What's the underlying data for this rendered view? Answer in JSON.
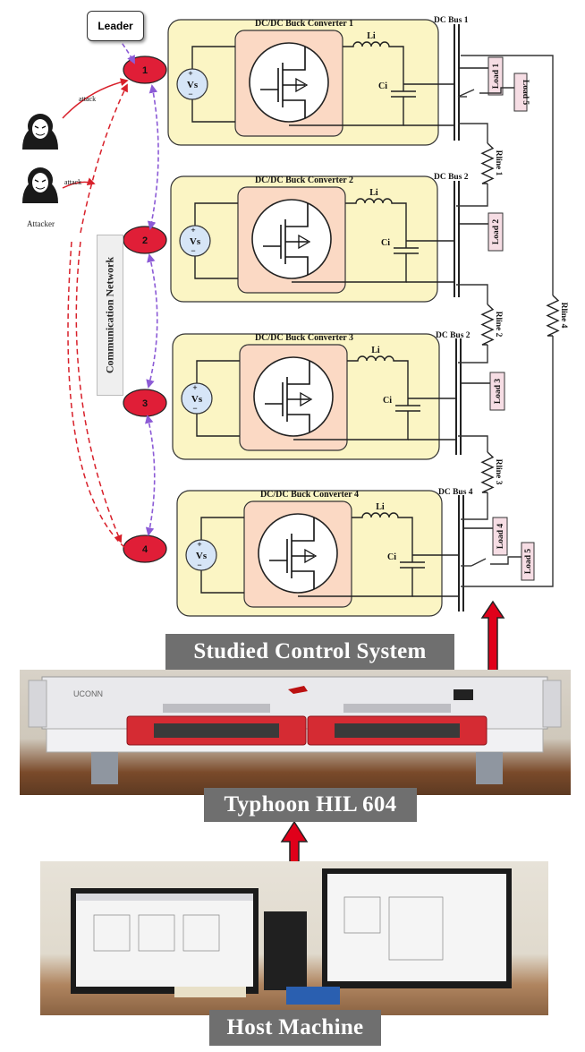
{
  "leader_label": "Leader",
  "communication_label": "Communication Network",
  "attacker_label": "Attacker",
  "attack_label": "attack",
  "converters": [
    {
      "title": "DC/DC Buck Converter 1",
      "bus": "DC Bus 1",
      "node": "1",
      "source": "Vs",
      "inductor": "Li",
      "capacitor": "Ci",
      "load": "Load 1"
    },
    {
      "title": "DC/DC Buck Converter 2",
      "bus": "DC Bus 2",
      "node": "2",
      "source": "Vs",
      "inductor": "Li",
      "capacitor": "Ci",
      "load": "Load 2"
    },
    {
      "title": "DC/DC Buck Converter 3",
      "bus": "DC Bus 2",
      "node": "3",
      "source": "Vs",
      "inductor": "Li",
      "capacitor": "Ci",
      "load": "Load 3"
    },
    {
      "title": "DC/DC Buck Converter 4",
      "bus": "DC Bus 4",
      "node": "4",
      "source": "Vs",
      "inductor": "Li",
      "capacitor": "Ci",
      "load": "Load 4"
    }
  ],
  "extra_loads": [
    "Load 5",
    "Load 5"
  ],
  "lines": [
    "Rline 1",
    "Rline 2",
    "Rline 3",
    "Rline 4"
  ],
  "banners": {
    "studied": "Studied Control System",
    "hil": "Typhoon HIL 604",
    "host": "Host Machine"
  },
  "hil_brand": "UCONN",
  "colors": {
    "converter_fill": "#fbf5c4",
    "switch_fill": "#fbd9c4",
    "node_fill": "#e01e37",
    "arrow_red": "#e0001a",
    "comm_purple": "#8c5bd6",
    "attack_red": "#d8202a"
  }
}
